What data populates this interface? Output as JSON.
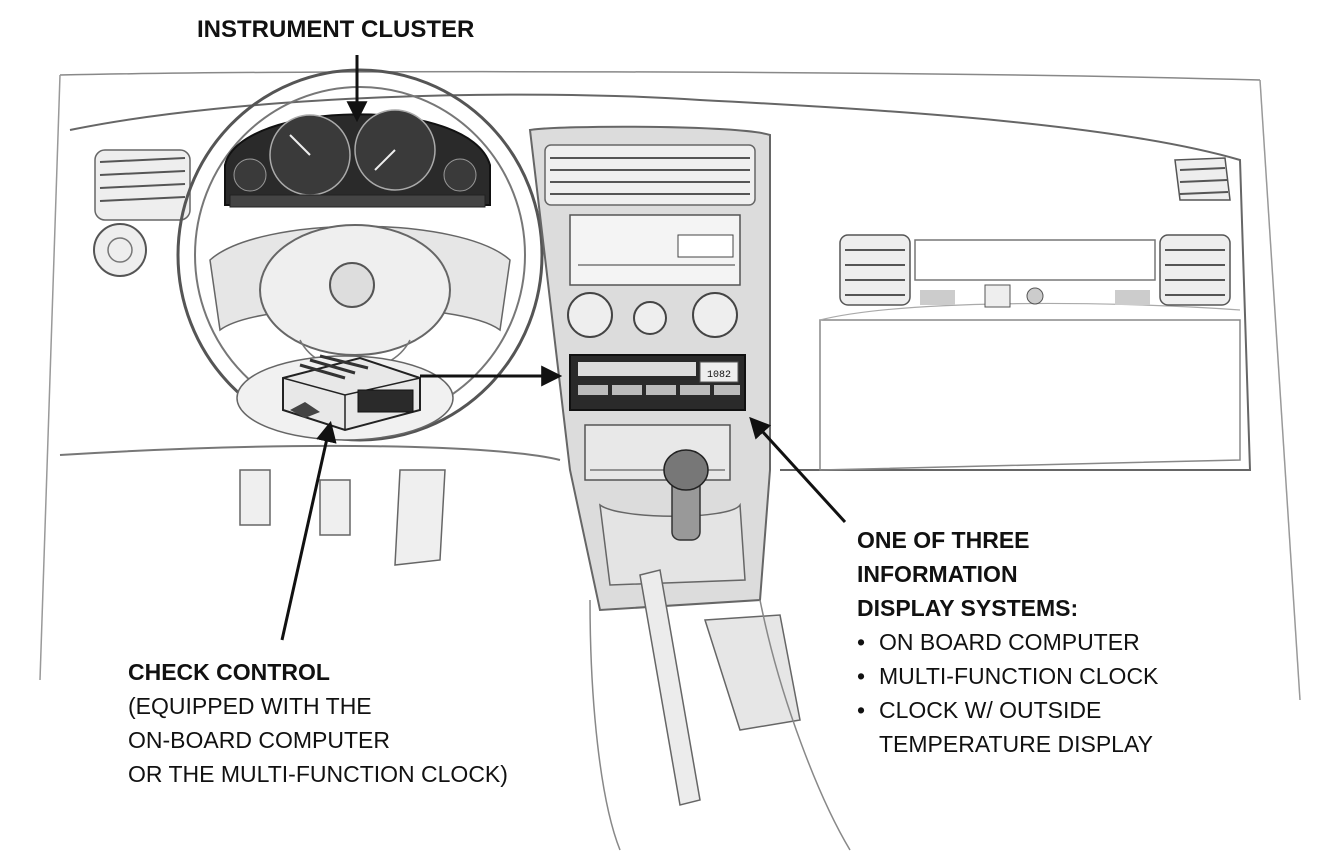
{
  "labels": {
    "instrument_cluster": "INSTRUMENT CLUSTER",
    "check_control": {
      "heading": "CHECK CONTROL",
      "lines": [
        "(EQUIPPED WITH THE",
        "ON-BOARD COMPUTER",
        "OR THE MULTI-FUNCTION CLOCK)"
      ]
    },
    "info_display": {
      "heading": [
        "ONE OF THREE",
        "INFORMATION",
        "DISPLAY SYSTEMS:"
      ],
      "bullets": [
        "ON BOARD COMPUTER",
        "MULTI-FUNCTION CLOCK",
        "CLOCK W/ OUTSIDE"
      ],
      "continuation": "TEMPERATURE DISPLAY",
      "bullet_char": "•"
    },
    "display_readout": "1082"
  },
  "colors": {
    "ink": "#111111",
    "line": "#555555",
    "shade": "#2a2a2a",
    "panel": "#d9d9d9",
    "background": "#ffffff"
  }
}
